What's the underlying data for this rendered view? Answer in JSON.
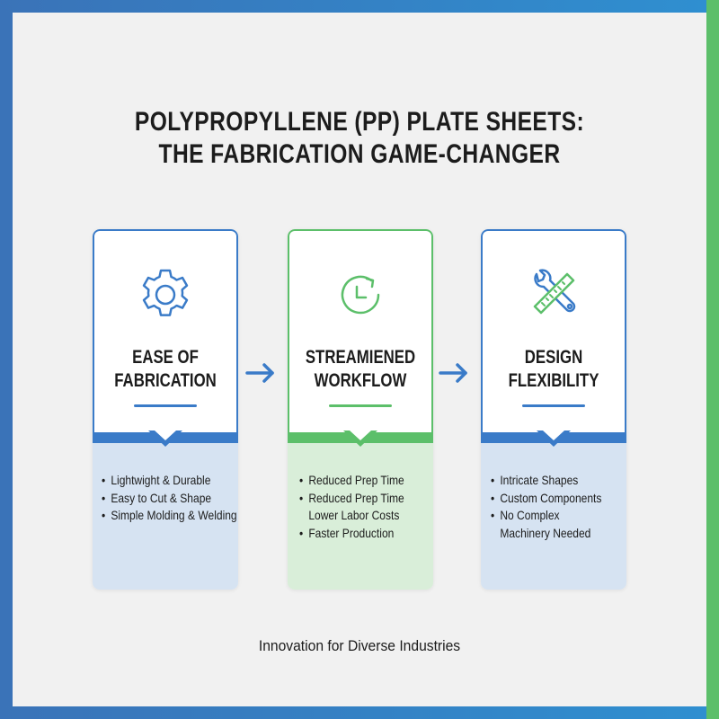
{
  "title": {
    "line1": "POLYPROPYLLENE (PP) PLATE SHEETS:",
    "line2": "THE FABRICATION GAME-CHANGER"
  },
  "colors": {
    "blue": "#3a7bc8",
    "green": "#5cbf6a",
    "blue_light": "#d6e3f2",
    "green_light": "#d9eed9",
    "background": "#f1f1f1",
    "text": "#1c1c1c"
  },
  "cards": [
    {
      "icon": "gear-icon",
      "heading_line1": "EASE OF",
      "heading_line2": "FABRICATION",
      "bullets": [
        "Lightwight & Durable",
        "Easy to Cut & Shape",
        "Simple Molding & Welding"
      ]
    },
    {
      "icon": "clock-refresh-icon",
      "heading_line1": "STREAMIENED",
      "heading_line2": "WORKFLOW",
      "bullets": [
        "Reduced Prep Time",
        "Reduced Prep Time",
        "Lower Labor Costs",
        "Faster Production"
      ]
    },
    {
      "icon": "wrench-ruler-icon",
      "heading_line1": "DESIGN",
      "heading_line2": "FLEXIBILITY",
      "bullets": [
        "Intricate Shapes",
        "Custom Components",
        "No Complex",
        "Machinery Needed"
      ]
    }
  ],
  "arrows": [
    "arrow-right-icon",
    "arrow-right-icon"
  ],
  "tagline": "Innovation for Diverse Industries"
}
